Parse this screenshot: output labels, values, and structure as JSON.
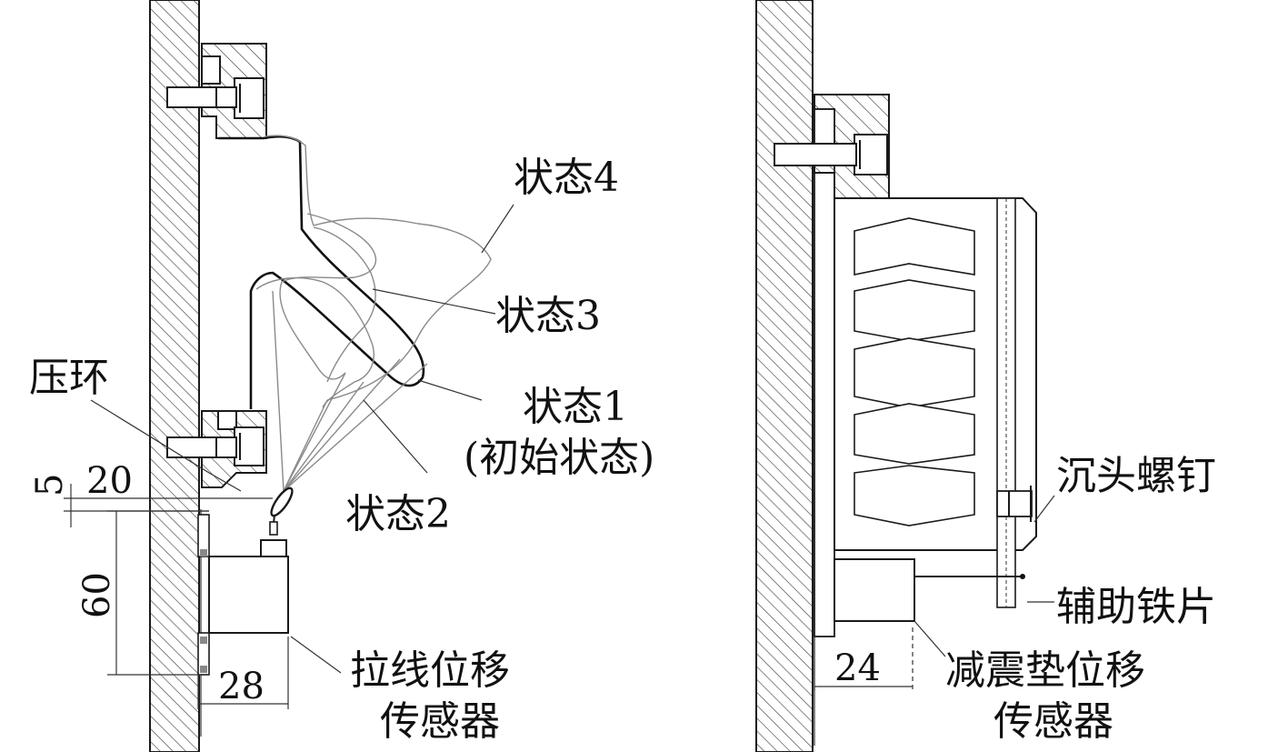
{
  "left_figure": {
    "labels": {
      "state4": "状态4",
      "state3": "状态3",
      "state1": "状态1",
      "state1_note": "(初始状态)",
      "state2": "状态2",
      "press_ring": "压环",
      "wire_sensor_line1": "拉线位移",
      "wire_sensor_line2": "传感器"
    },
    "dimensions": {
      "d5": "5",
      "d20": "20",
      "d60": "60",
      "d28": "28"
    }
  },
  "right_figure": {
    "labels": {
      "countersunk_screw": "沉头螺钉",
      "aux_iron": "辅助铁片",
      "pad_sensor_line1": "减震垫位移",
      "pad_sensor_line2": "传感器"
    },
    "dimensions": {
      "d24": "24"
    }
  },
  "colors": {
    "line": "#1a1a1a",
    "hatch": "#444444",
    "gray_curves": "#8a8a8a",
    "background": "#ffffff"
  }
}
